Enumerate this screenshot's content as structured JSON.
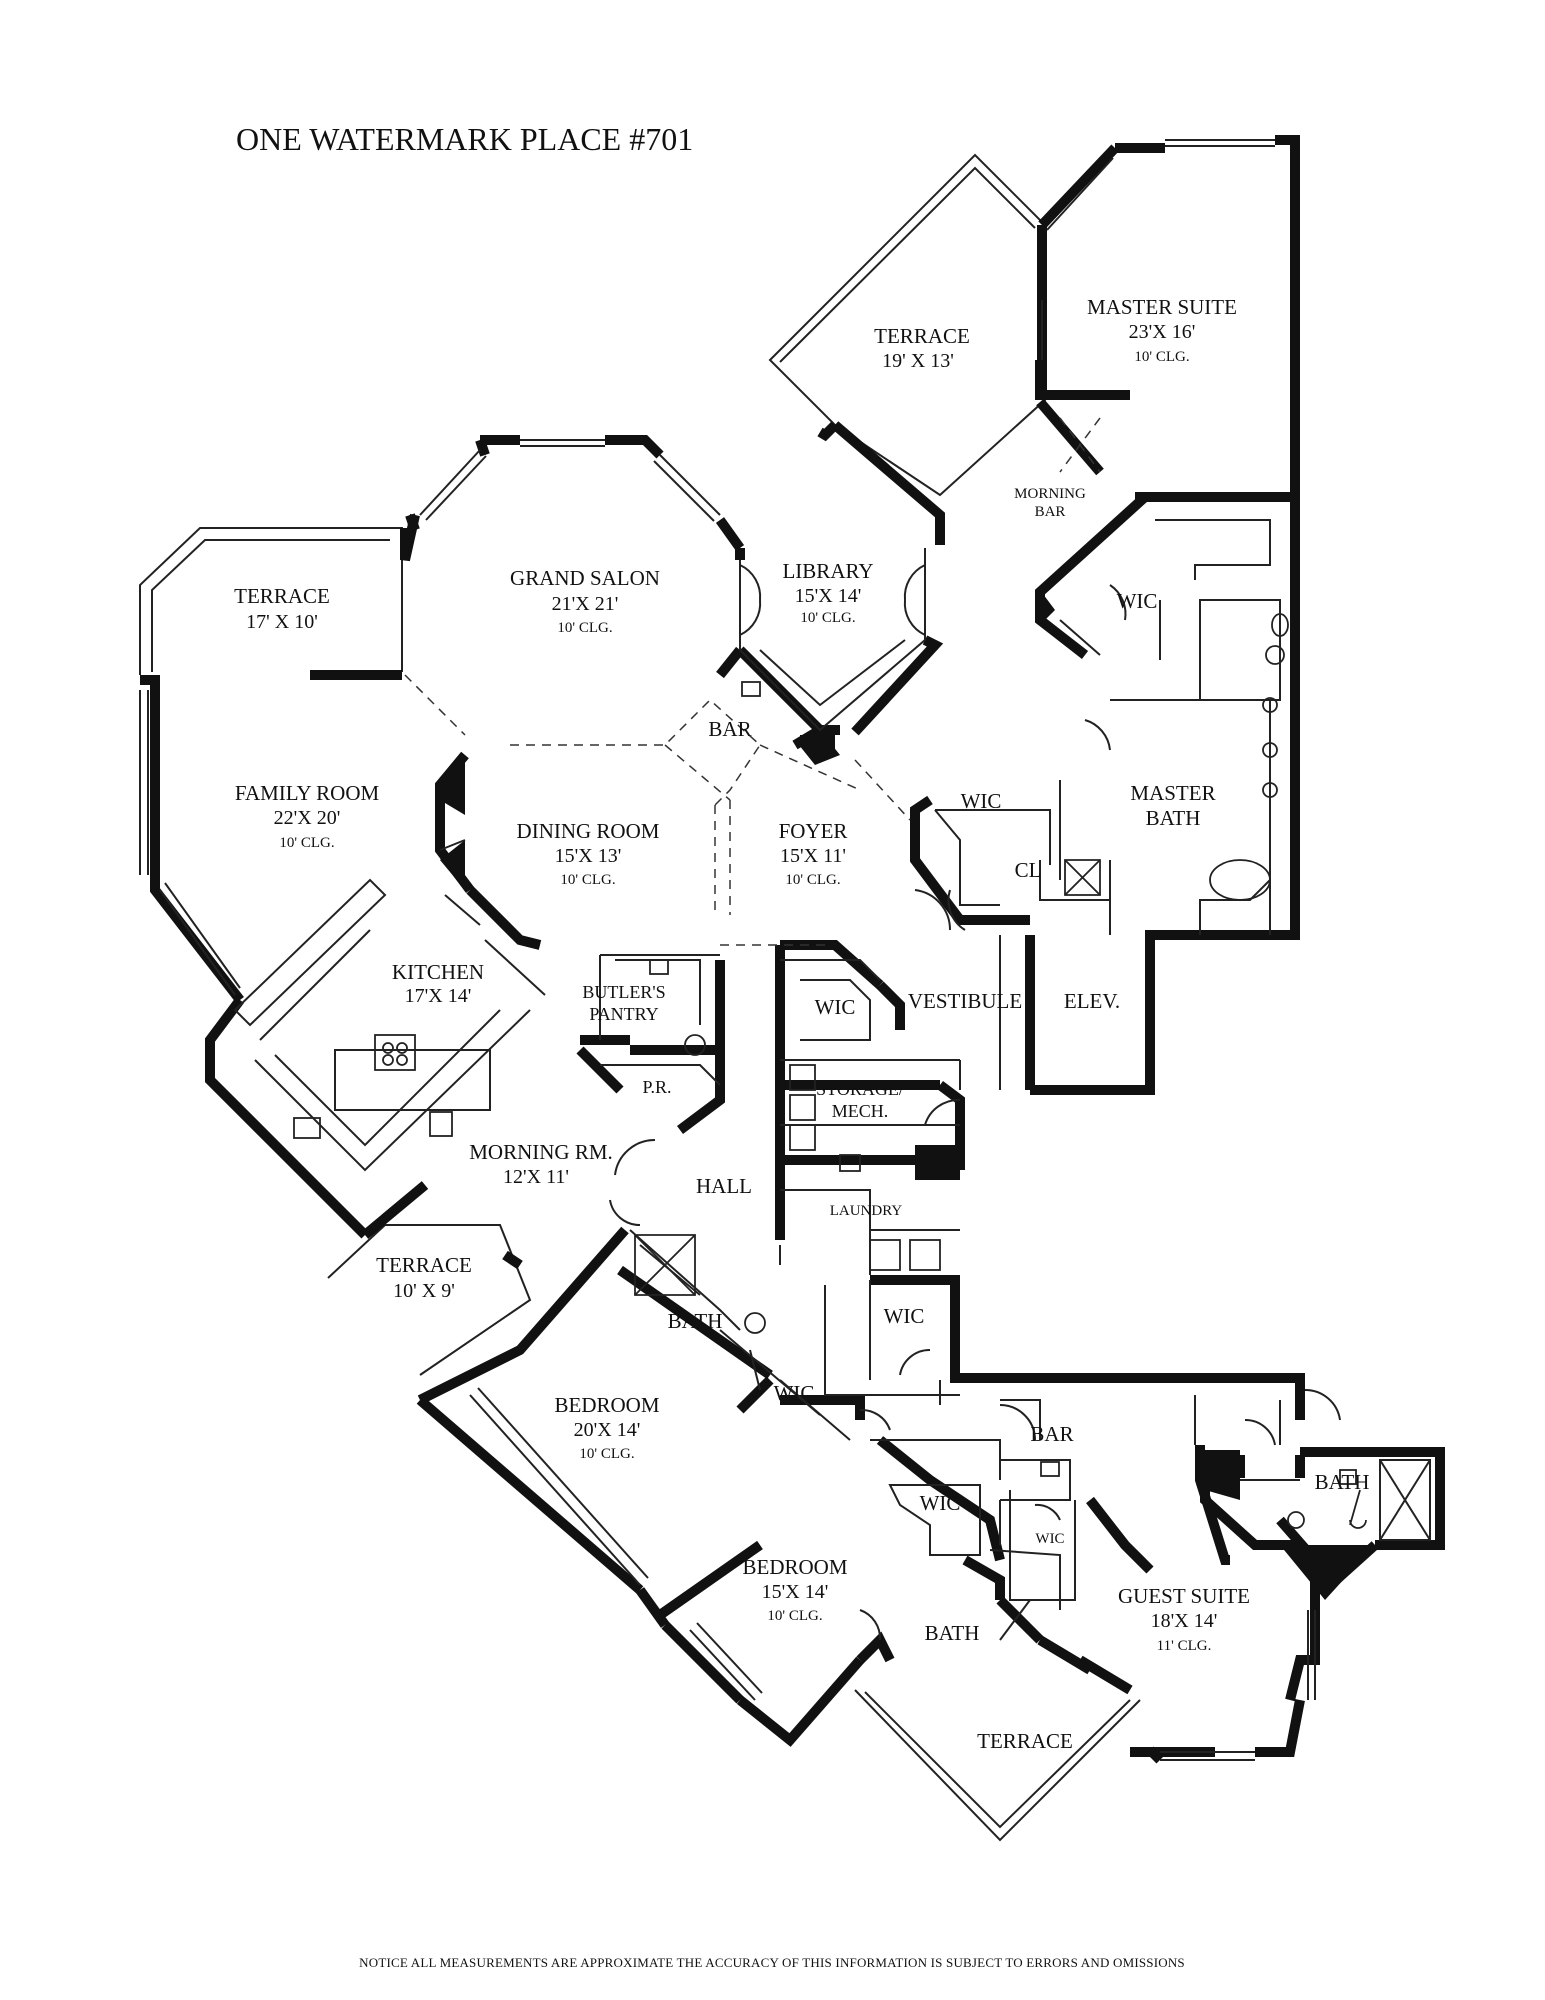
{
  "title": "ONE WATERMARK PLACE #701",
  "notice": "NOTICE  ALL MEASUREMENTS ARE APPROXIMATE  THE ACCURACY OF THIS INFORMATION IS SUBJECT TO ERRORS AND OMISSIONS",
  "rooms": {
    "terrace_top": {
      "name": "TERRACE",
      "dims": "19' X 13'"
    },
    "master_suite": {
      "name": "MASTER SUITE",
      "dims": "23'X 16'",
      "clg": "10' CLG."
    },
    "morning_bar": {
      "line1": "MORNING",
      "line2": "BAR"
    },
    "grand_salon": {
      "name": "GRAND SALON",
      "dims": "21'X 21'",
      "clg": "10' CLG."
    },
    "library": {
      "name": "LIBRARY",
      "dims": "15'X 14'",
      "clg": "10' CLG."
    },
    "terrace_left": {
      "name": "TERRACE",
      "dims": "17' X 10'"
    },
    "wic_master": {
      "name": "WIC"
    },
    "bar_center": {
      "name": "BAR"
    },
    "family_room": {
      "name": "FAMILY ROOM",
      "dims": "22'X 20'",
      "clg": "10' CLG."
    },
    "dining_room": {
      "name": "DINING ROOM",
      "dims": "15'X 13'",
      "clg": "10' CLG."
    },
    "foyer": {
      "name": "FOYER",
      "dims": "15'X 11'",
      "clg": "10' CLG."
    },
    "wic_bath": {
      "name": "WIC"
    },
    "master_bath": {
      "line1": "MASTER",
      "line2": "BATH"
    },
    "cl": {
      "name": "CL"
    },
    "kitchen": {
      "name": "KITCHEN",
      "dims": "17'X 14'"
    },
    "butlers_pantry": {
      "line1": "BUTLER'S",
      "line2": "PANTRY"
    },
    "wic_foyer": {
      "name": "WIC"
    },
    "vestibule": {
      "name": "VESTIBULE"
    },
    "elev": {
      "name": "ELEV."
    },
    "pr": {
      "name": "P.R."
    },
    "storage": {
      "line1": "STORAGE/",
      "line2": "MECH."
    },
    "morning_rm": {
      "name": "MORNING RM.",
      "dims": "12'X 11'"
    },
    "hall": {
      "name": "HALL"
    },
    "laundry": {
      "name": "LAUNDRY"
    },
    "terrace_small": {
      "name": "TERRACE",
      "dims": "10' X 9'"
    },
    "wic_hall": {
      "name": "WIC"
    },
    "bath_1": {
      "name": "BATH"
    },
    "bedroom_1": {
      "name": "BEDROOM",
      "dims": "20'X 14'",
      "clg": "10' CLG."
    },
    "wic_bed1": {
      "name": "WIC"
    },
    "bar_guest": {
      "name": "BAR"
    },
    "bath_guest": {
      "name": "BATH"
    },
    "wic_bed2": {
      "name": "WIC"
    },
    "wic_guest": {
      "name": "WIC"
    },
    "bedroom_2": {
      "name": "BEDROOM",
      "dims": "15'X 14'",
      "clg": "10' CLG."
    },
    "guest_suite": {
      "name": "GUEST SUITE",
      "dims": "18'X 14'",
      "clg": "11' CLG."
    },
    "bath_2": {
      "name": "BATH"
    },
    "terrace_bottom": {
      "name": "TERRACE"
    }
  }
}
